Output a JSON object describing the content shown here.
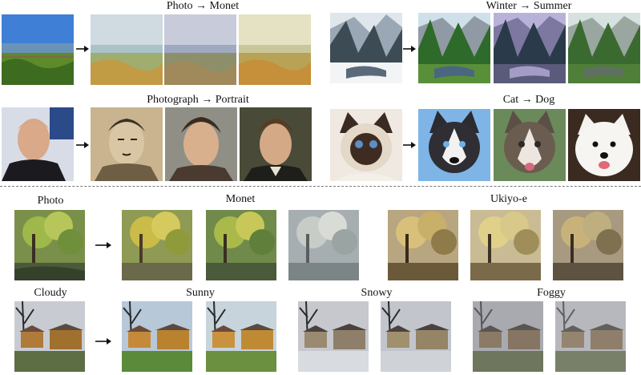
{
  "figure": {
    "top_panels": [
      {
        "title": "Photo → Monet",
        "input": "coastal-meadow-photo",
        "outputs": [
          "monet-style-1",
          "monet-style-2",
          "monet-style-3"
        ]
      },
      {
        "title": "Winter → Summer",
        "input": "snowy-valley-photo",
        "outputs": [
          "summer-valley-1",
          "summer-valley-2",
          "summer-valley-3"
        ]
      },
      {
        "title": "Photograph → Portrait",
        "input": "man-portrait-photo",
        "outputs": [
          "sketch-portrait",
          "painted-portrait-1",
          "painted-portrait-2"
        ]
      },
      {
        "title": "Cat → Dog",
        "input": "siamese-cat-photo",
        "outputs": [
          "husky-1",
          "husky-2",
          "white-dog"
        ]
      }
    ],
    "bottom_rows": {
      "row1": {
        "source_label": "Photo",
        "groups": [
          {
            "label": "Monet",
            "count": 3
          },
          {
            "label": "Ukiyo-e",
            "count": 3
          }
        ]
      },
      "row2": {
        "source_label": "Cloudy",
        "groups": [
          {
            "label": "Sunny",
            "count": 2
          },
          {
            "label": "Snowy",
            "count": 2
          },
          {
            "label": "Foggy",
            "count": 2
          }
        ]
      }
    },
    "colors": {
      "background": "#ffffff",
      "text": "#111111",
      "divider": "#7a7a7a"
    }
  }
}
